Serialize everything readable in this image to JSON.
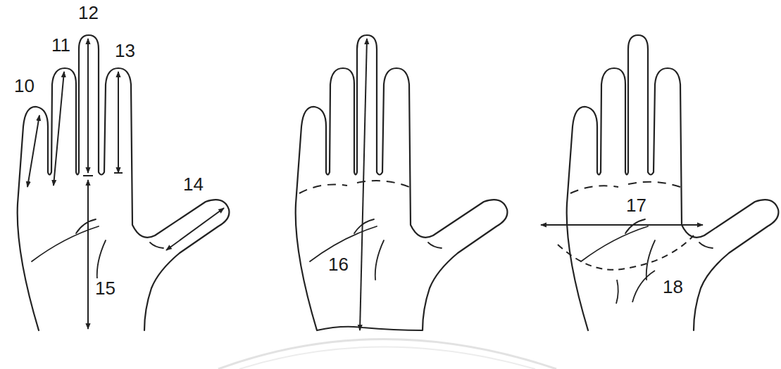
{
  "diagram": {
    "labels": [
      "12",
      "11",
      "13",
      "10",
      "14",
      "15",
      "16",
      "17",
      "18"
    ]
  }
}
